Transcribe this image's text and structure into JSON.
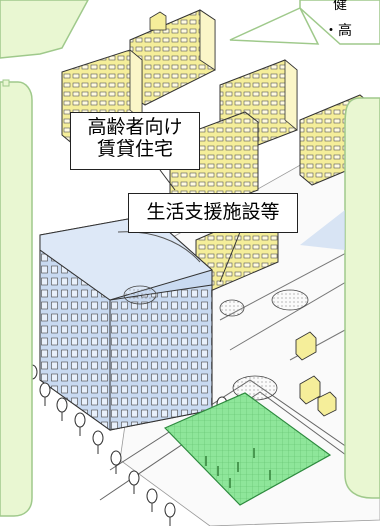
{
  "labels": {
    "elderly_housing": [
      "高齢者向け",
      "賃貸住宅"
    ],
    "living_support": "生活支援施設等"
  },
  "callout_top": {
    "line1": "健",
    "line2": "・高"
  },
  "colors": {
    "callout_green_fill": "#e9f7d2",
    "callout_green_stroke": "#9fc98b",
    "building_yellow": "#f5ee9a",
    "building_blue": "#c9daf1",
    "park_green": "#8ee69a",
    "line": "#333333"
  }
}
